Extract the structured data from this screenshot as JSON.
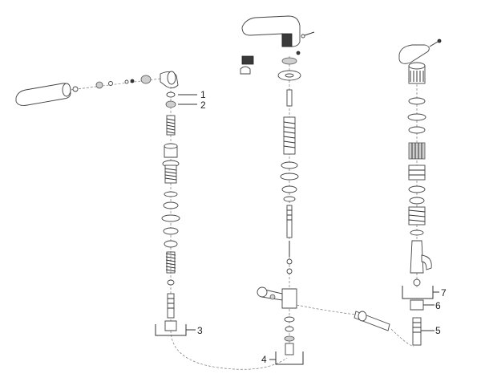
{
  "callouts": {
    "c1": "1",
    "c2": "2",
    "c3": "3",
    "c4": "4",
    "c5": "5",
    "c6": "6",
    "c7": "7"
  },
  "colors": {
    "line": "#333333",
    "part_fill": "#ffffff",
    "shade": "#cfcfcf",
    "dark": "#3a3a3a"
  }
}
